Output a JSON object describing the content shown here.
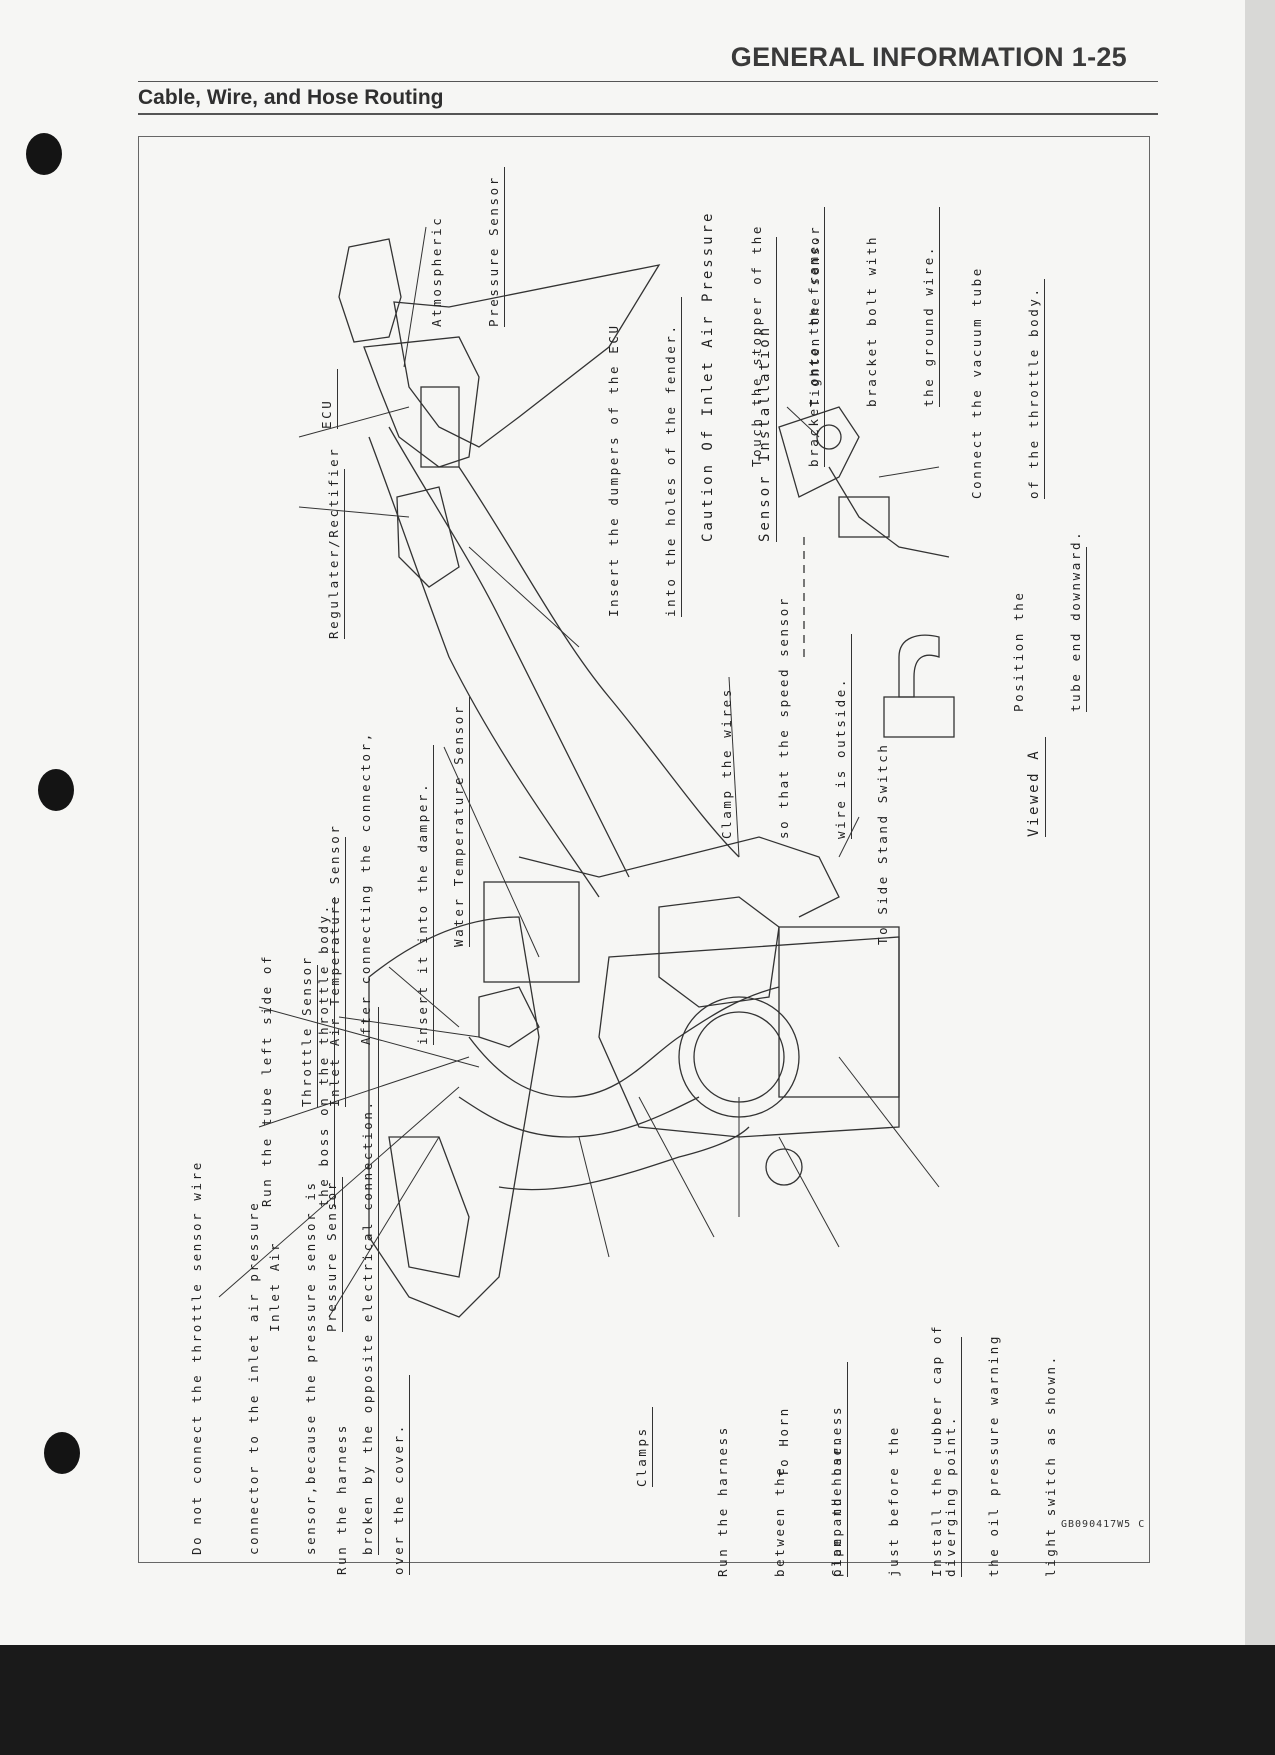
{
  "header": {
    "chapter_title": "GENERAL INFORMATION 1-25",
    "section_title": "Cable, Wire, and Hose Routing"
  },
  "figure": {
    "code": "GB090417W5 C",
    "labels": {
      "atmospheric": [
        "Atmospheric",
        "Pressure Sensor"
      ],
      "ecu": [
        "ECU"
      ],
      "regulator": [
        "Regulater/Rectifier"
      ],
      "insert_dampers": [
        "Insert the dumpers of the ECU",
        "into the holes of the fender."
      ],
      "caution": [
        "Caution Of Inlet Air Pressure",
        "Sensor Installation"
      ],
      "touch_stopper": [
        "Touch the stopper of the",
        "bracket onto the frame."
      ],
      "tighten_bolt": [
        "Tighten the sensor",
        "bracket bolt with",
        "the ground wire."
      ],
      "vacuum_tube": [
        "Connect the vacuum tube",
        "of the throttle body."
      ],
      "position_tube": [
        "Position the",
        "tube end downward."
      ],
      "viewed_a": [
        "Viewed A"
      ],
      "clamp_wires": [
        "Clamp the wires",
        "so that the speed sensor",
        "wire is outside."
      ],
      "side_stand": [
        "To Side Stand Switch"
      ],
      "water_temp": [
        "Water Temperature Sensor"
      ],
      "after_connecting": [
        "After connecting the connector,",
        "insert it into the damper."
      ],
      "inlet_air_temp": [
        "Inlet Air Temperature Sensor"
      ],
      "throttle_sensor": [
        "Throttle Sensor"
      ],
      "run_tube": [
        "Run the tube left side of",
        "the boss on the throttle body."
      ],
      "inlet_air_pressure": [
        "Inlet Air",
        "Pressure Sensor"
      ],
      "do_not_connect": [
        "Do not connect the throttle sensor wire",
        "connector to the inlet air pressure",
        "sensor,because the pressure sensor is",
        "broken by the opposite electrical connection."
      ],
      "run_harness_cover": [
        "Run the harness",
        "over the cover."
      ],
      "clamps": [
        "Clamps"
      ],
      "run_harness_pipe": [
        "Run the harness",
        "between the",
        "pipe and hose."
      ],
      "to_horn": [
        "To Horn"
      ],
      "clamp_harness": [
        "Clamp the harness",
        "just before the",
        "diverging point."
      ],
      "rubber_cap": [
        "Install the rubber cap of",
        "the oil pressure warning",
        "light switch as shown."
      ]
    }
  }
}
